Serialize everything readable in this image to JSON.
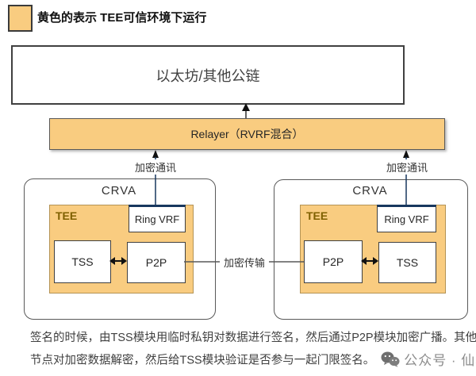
{
  "legend": {
    "swatch_color": "#F9CC80",
    "label": "黄色的表示 TEE可信环境下运行"
  },
  "chain": {
    "label": "以太坊/其他公链"
  },
  "relayer": {
    "label": "Relayer（RVRF混合）"
  },
  "edges": {
    "left_comm": "加密通讯",
    "right_comm": "加密通讯",
    "transfer": "加密传输"
  },
  "crva_left": {
    "title": "CRVA",
    "tee": "TEE",
    "ring_vrf": "Ring VRF",
    "left_module": "TSS",
    "right_module": "P2P"
  },
  "crva_right": {
    "title": "CRVA",
    "tee": "TEE",
    "ring_vrf": "Ring VRF",
    "left_module": "P2P",
    "right_module": "TSS"
  },
  "footer": {
    "line1": "签名的时候，由TSS模块用临时私钥对数据进行签名，然后通过P2P模块加密广播。其他",
    "line2": "节点对加密数据解密，然后给TSS模块验证是否参与一起门限签名。",
    "watermark": "公众号 · 仙壤"
  },
  "colors": {
    "tee_yellow": "#F9CC80",
    "border_dark": "#404040",
    "connector_navy": "#17375E",
    "line_gray": "#595959",
    "tee_text": "#7F6000",
    "watermark_gray": "#8c8c8c"
  }
}
